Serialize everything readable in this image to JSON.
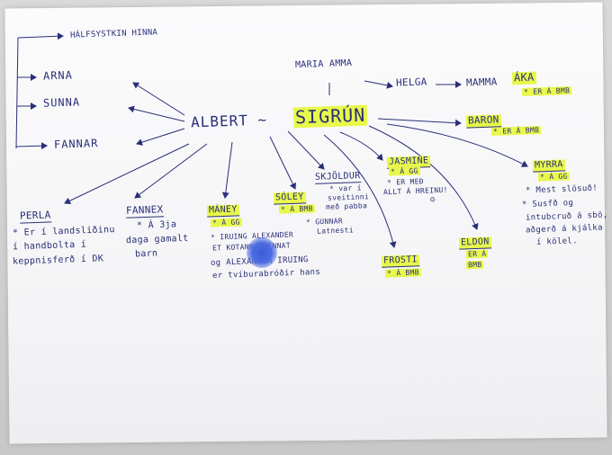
{
  "colors": {
    "ink": "#2a2f78",
    "highlight": "#e8f84c",
    "paper": "#f6f6f8"
  },
  "nodes": {
    "halfsystkin": "HÁLFSYSTKIN HINNA",
    "arna": "ARNA",
    "sunna": "SUNNA",
    "fannar": "FANNAR",
    "albert": "ALBERT ~",
    "sigrun": "SIGRÚN",
    "maria": "MARIA AMMA",
    "helga": "HELGA",
    "mamma": "MAMMA",
    "aka": "ÁKA",
    "aka_note": "* ER Á BMB",
    "baron": "BARON",
    "baron_note": "* ER Á BMB",
    "myrra": "MYRRA",
    "myrra_notes": [
      "* Á GG",
      "* Mest slösuð!",
      "* Susfð og",
      "intubcruð á sbö,",
      "aðgerð á kjálka",
      "í kölel."
    ],
    "jasmine": "JASMINE",
    "jasmine_notes": [
      "* Á GG",
      "* ER MEÐ",
      "ALLT Á HREINU!",
      "☺"
    ],
    "eldon": "ELDON",
    "eldon_notes": [
      "ER Á",
      "BMB"
    ],
    "frosti": "FROSTI",
    "frosti_note": "* Á BMB",
    "skjoldur": "SKJÖLDUR",
    "skjoldur_notes": [
      "* var í",
      "sveitinni",
      "með pabba"
    ],
    "soley": "SÓLEY",
    "soley_note": "* Á BMB",
    "gunnar_notes": [
      "* GUNNAR",
      "Latnesti"
    ],
    "maney": "MÁNEY",
    "maney_notes": [
      "* Á GG",
      "* IRUING ALEXANDER",
      "ET KOTANNA LÉNNAT",
      "og ALEXANDER IRUING",
      "er tvíburabróðir hans"
    ],
    "fannex": "FANNEX",
    "fannex_notes": [
      "* Á 3ja",
      "daga gamalt",
      "barn"
    ],
    "perla": "PERLA",
    "perla_notes": [
      "* Er í landsliðinu",
      "í handbolta í",
      "keppnisferð í DK"
    ]
  }
}
